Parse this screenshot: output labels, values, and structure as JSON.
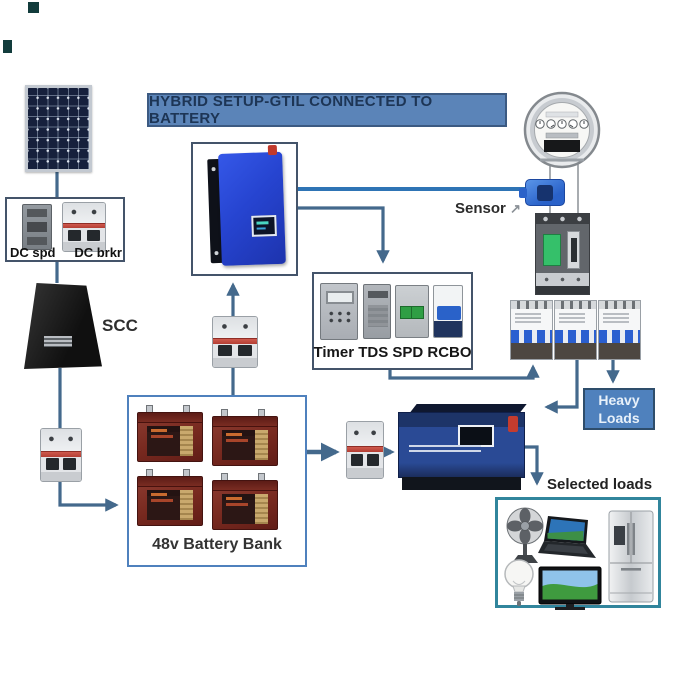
{
  "title": "HYBRID SETUP-GTIL CONNECTED TO BATTERY",
  "labels": {
    "dc_spd": "DC spd",
    "dc_brkr": "DC brkr",
    "scc": "SCC",
    "sensor": "Sensor",
    "sensor_arrow": "↗",
    "timer_group": "Timer TDS SPD RCBO",
    "heavy_line1": "Heavy",
    "heavy_line2": "Loads",
    "battery_bank": "48v Battery Bank",
    "selected_loads": "Selected loads"
  },
  "components": [
    {
      "name": "solar-panel"
    },
    {
      "name": "dc-surge-protector"
    },
    {
      "name": "dc-breaker"
    },
    {
      "name": "solar-charge-controller",
      "label": "SCC"
    },
    {
      "name": "scc-output-breaker"
    },
    {
      "name": "battery-bank",
      "batteries": 4,
      "label": "48v Battery Bank"
    },
    {
      "name": "gtil-battery-breaker"
    },
    {
      "name": "gtil-grid-tie-inverter"
    },
    {
      "name": "timer"
    },
    {
      "name": "tds"
    },
    {
      "name": "spd"
    },
    {
      "name": "rcbo"
    },
    {
      "name": "utility-meter"
    },
    {
      "name": "ct-sensor",
      "label": "Sensor"
    },
    {
      "name": "main-mccb"
    },
    {
      "name": "distribution-breakers",
      "count": 3
    },
    {
      "name": "heavy-loads",
      "label": "Heavy Loads"
    },
    {
      "name": "inverter-battery-breaker"
    },
    {
      "name": "hybrid-inverter"
    },
    {
      "name": "fan"
    },
    {
      "name": "laptop"
    },
    {
      "name": "light-bulb"
    },
    {
      "name": "tv"
    },
    {
      "name": "refrigerator"
    }
  ],
  "colors": {
    "title_fill": "#5b84b8",
    "title_border": "#3c5a82",
    "title_text": "#1d3555",
    "heavy_fill": "#4f81bd",
    "heavy_border": "#2e4d6b",
    "heavy_text": "#e8f1fa",
    "connector": "#44698c",
    "sensor_wire": "#2e74b5",
    "box_border_dark": "#44546a",
    "box_border_blue": "#4f81bd",
    "box_border_teal": "#31859c"
  }
}
